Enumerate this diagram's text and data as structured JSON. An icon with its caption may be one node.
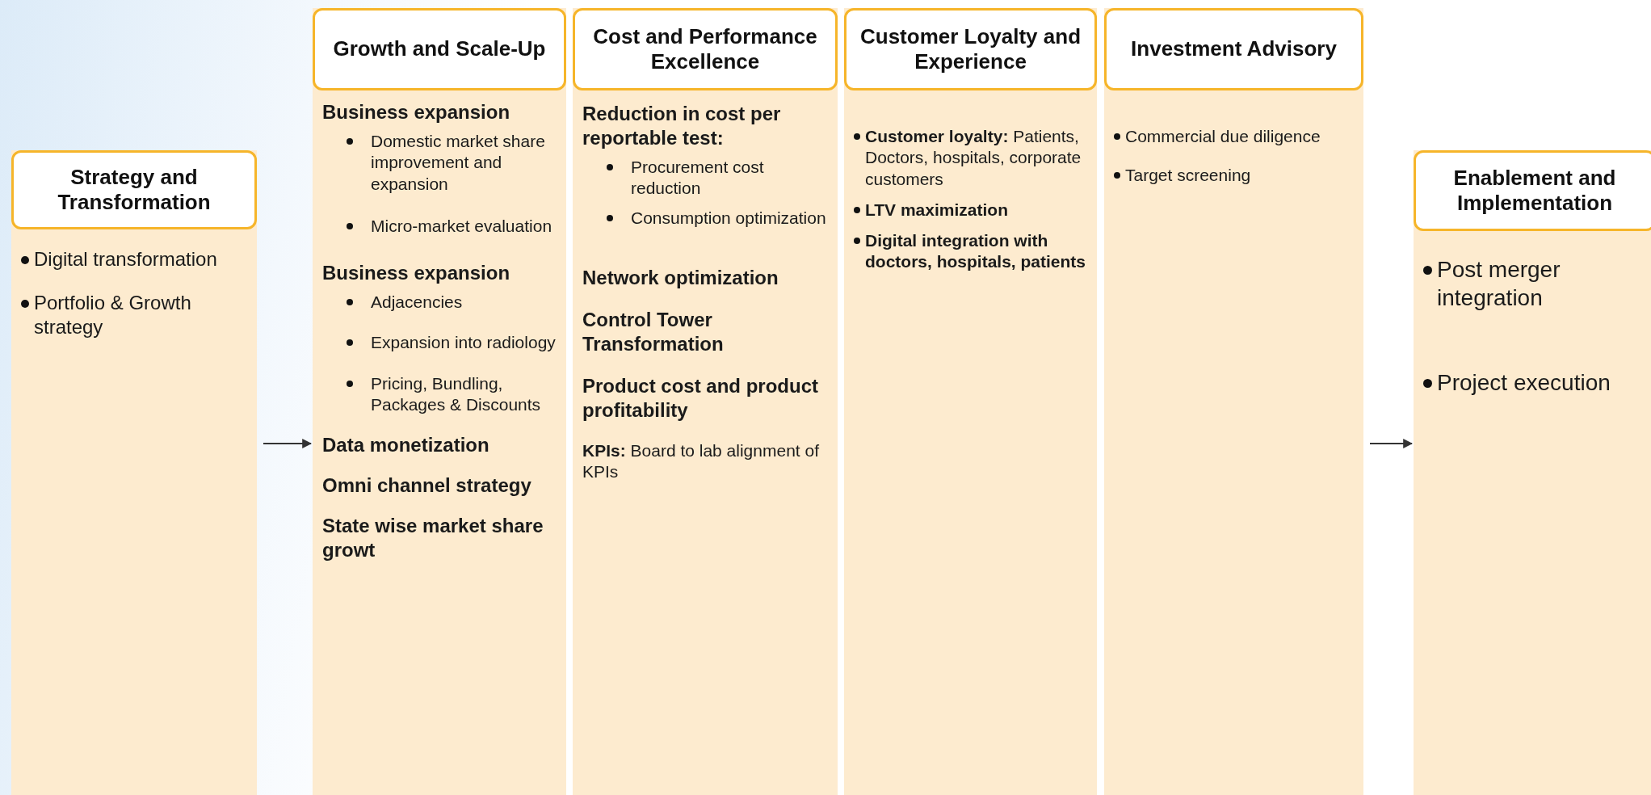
{
  "diagram": {
    "nodes": [
      {
        "text": [
          "Strategy and Transformation",
          "Digital transformation",
          "Portfolio & Growth strategy"
        ]
      },
      {
        "text": [
          "Growth and Scale-Up",
          "Business expansion",
          "Domestic market share improvement and expansion",
          "Micro-market evaluation",
          "Business expansion",
          "Adjacencies",
          "Expansion into radiology",
          "Pricing, Bundling, Packages & Discounts",
          "Data monetization",
          "Omni channel strategy",
          "State wise market share growt"
        ]
      },
      {
        "text": [
          "Cost and Performance Excellence",
          "Reduction in cost per reportable test:",
          "Procurement cost reduction",
          "Consumption optimization",
          "Network optimization",
          "Control Tower Transformation",
          "Product cost and product profitability",
          "**KPIs:** Board to lab alignment of KPIs"
        ]
      },
      {
        "text": [
          "Customer Loyalty and Experience",
          "**Customer loyalty:** Patients, Doctors, hospitals, corporate customers",
          "LTV maximization",
          "Digital integration with doctors, hospitals, patients"
        ]
      },
      {
        "text": [
          "Investment Advisory",
          "Commercial due diligence",
          "Target screening"
        ]
      },
      {
        "text": [
          "Enablement and Implementation",
          "Post merger integration",
          "Project execution"
        ]
      }
    ],
    "edges": [
      {
        "from": 0,
        "to": 1,
        "arrow": "to"
      },
      {
        "from": 4,
        "to": 5,
        "arrow": "to"
      }
    ]
  }
}
